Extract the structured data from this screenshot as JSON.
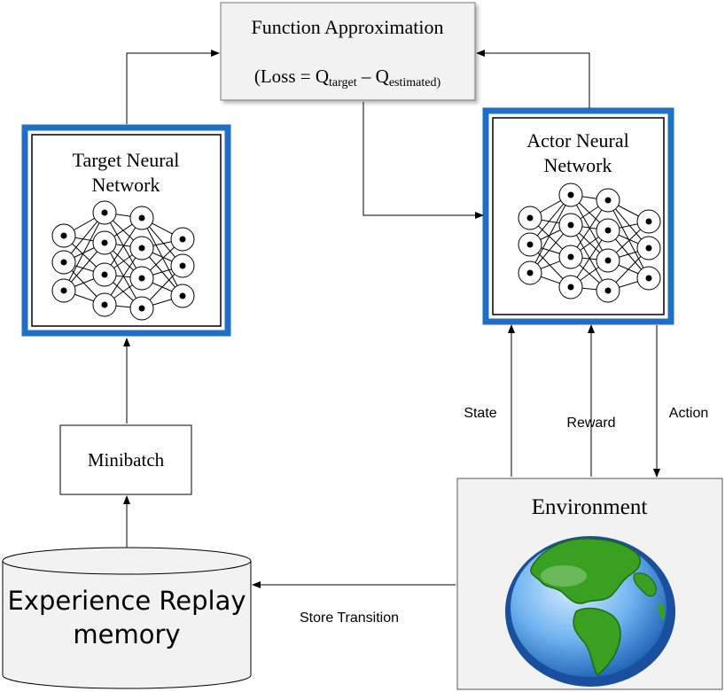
{
  "function_approx": {
    "title": "Function Approximation",
    "loss_prefix": "(Loss = Q",
    "target_sub": "target",
    "minus": " – Q",
    "estimated_sub": "estimated",
    "close": ")"
  },
  "target_network": {
    "line1": "Target Neural",
    "line2": "Network"
  },
  "actor_network": {
    "line1": "Actor Neural",
    "line2": "Network"
  },
  "minibatch": {
    "label": "Minibatch"
  },
  "replay": {
    "line1": "Experience Replay",
    "line2": "memory"
  },
  "environment": {
    "label": "Environment"
  },
  "edges": {
    "state": "State",
    "reward": "Reward",
    "action": "Action",
    "store": "Store Transition"
  },
  "colors": {
    "network_border": "#1f6fc5",
    "ocean": "#5aa6e8",
    "land": "#3aa022"
  }
}
